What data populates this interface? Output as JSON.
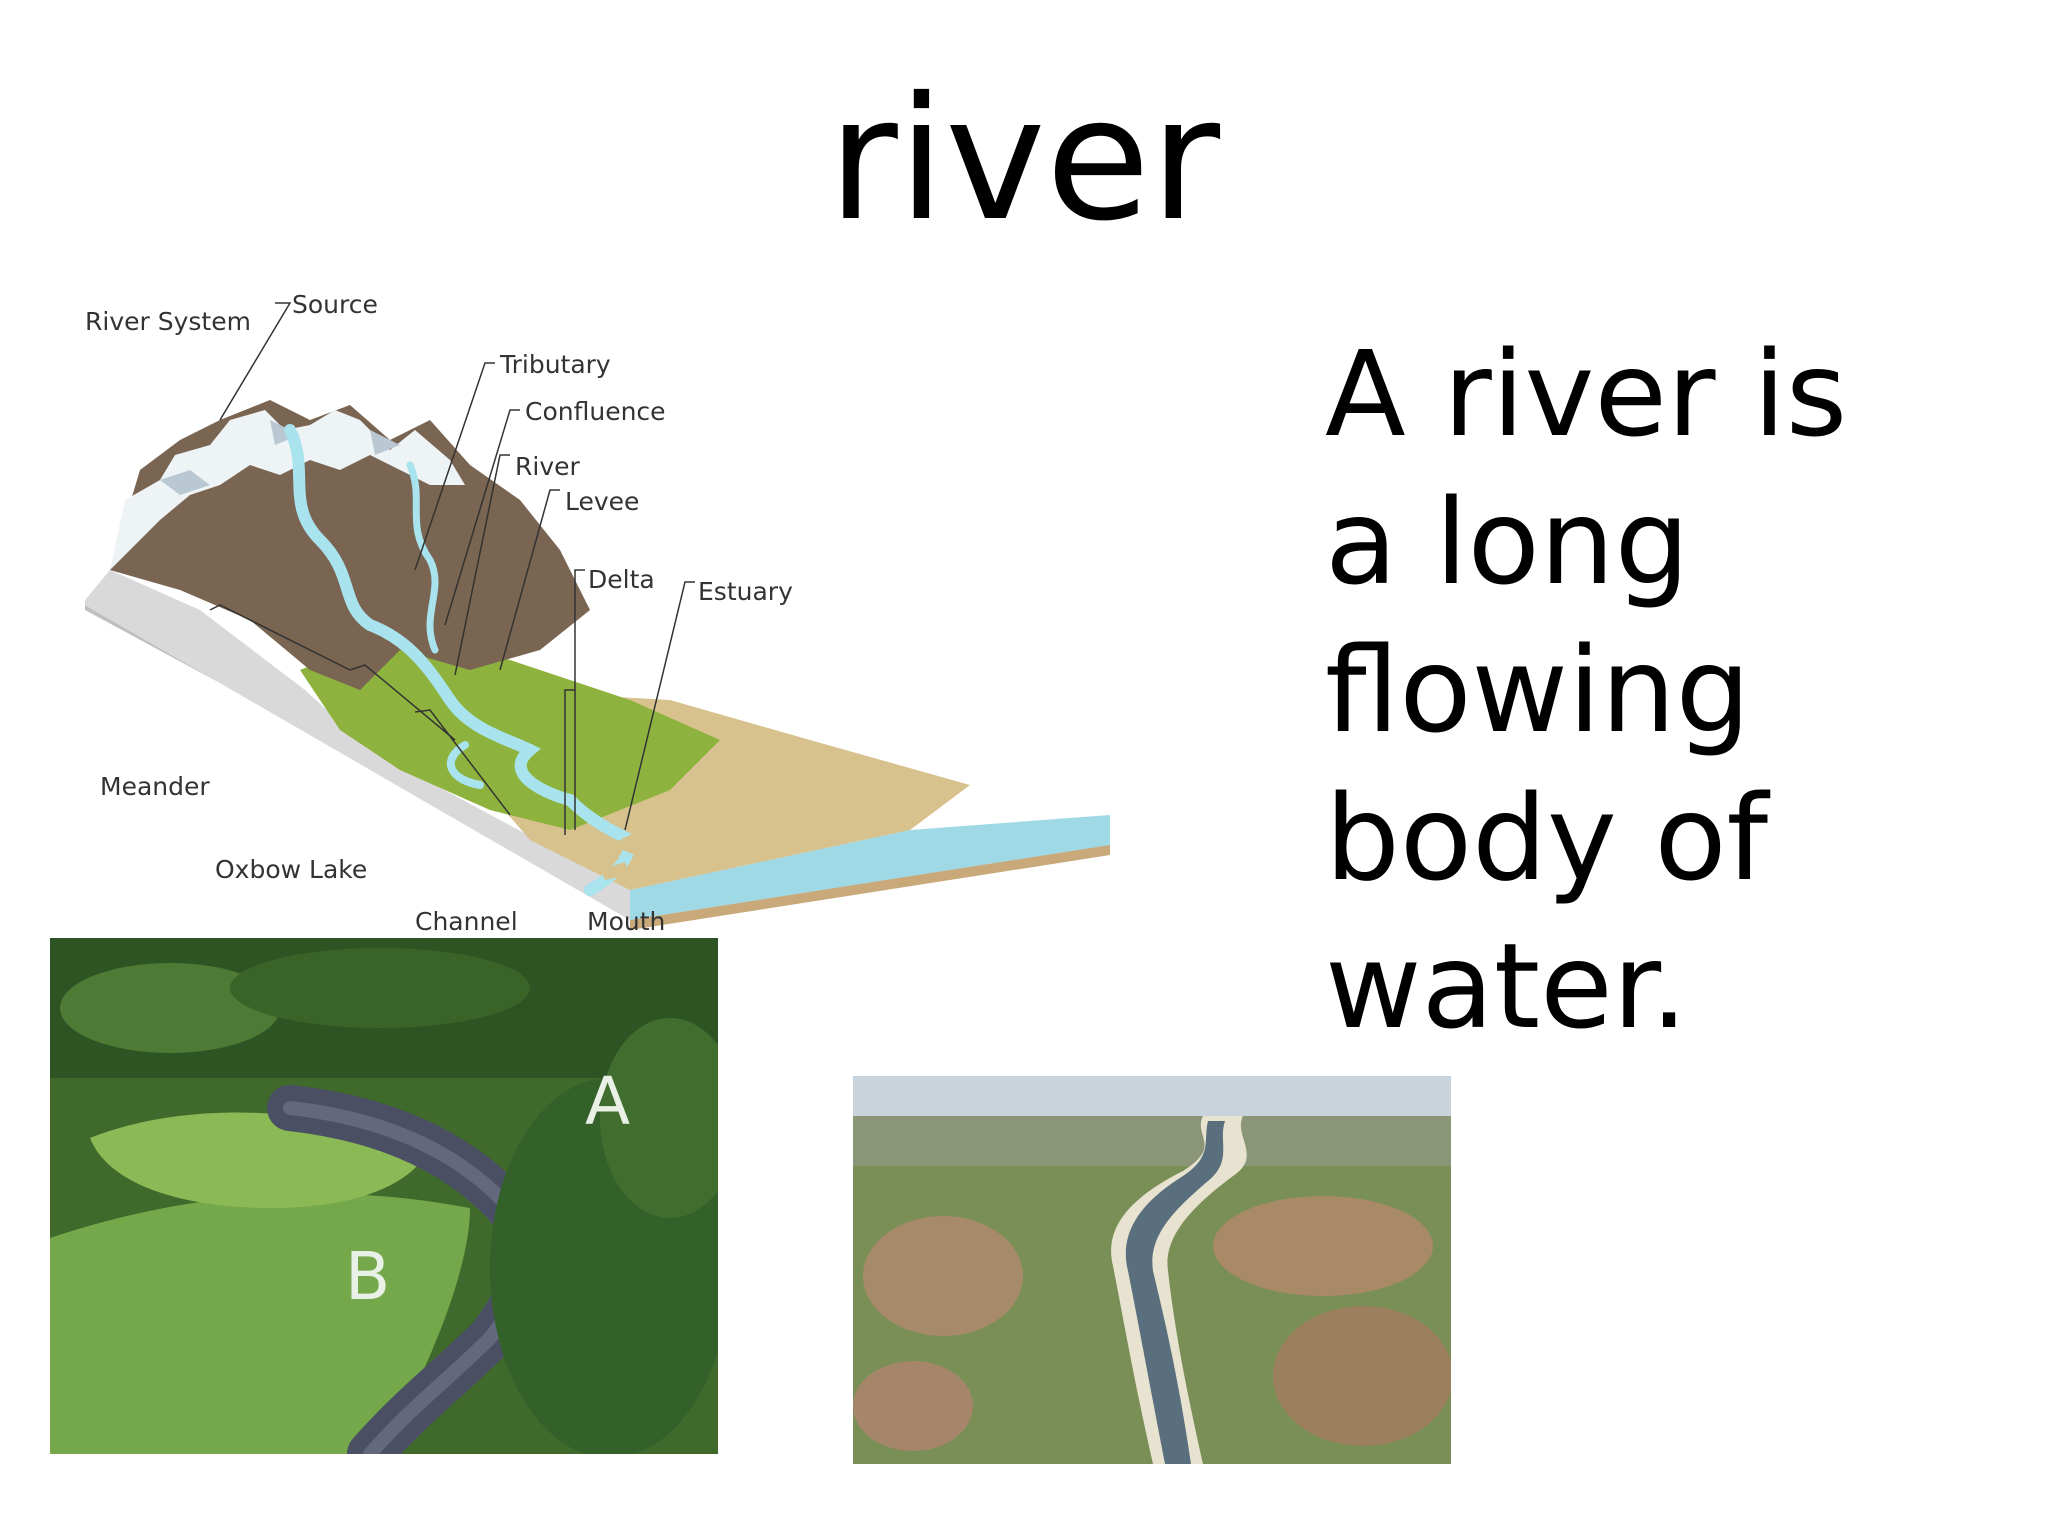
{
  "title": "river",
  "definition": {
    "lines": [
      "A river is",
      "a long",
      "flowing",
      "body of",
      "water."
    ]
  },
  "diagram": {
    "heading": "River System",
    "labels": {
      "source": "Source",
      "tributary": "Tributary",
      "confluence": "Confluence",
      "river": "River",
      "levee": "Levee",
      "delta": "Delta",
      "estuary": "Estuary",
      "meander": "Meander",
      "oxbow_lake": "Oxbow Lake",
      "channel": "Channel",
      "mouth": "Mouth"
    }
  },
  "photo_meander": {
    "label_a": "A",
    "label_b": "B"
  },
  "colors": {
    "water": "#a8e3ee",
    "mountain": "#7a6452",
    "grass": "#8db33e",
    "sand": "#d7c28d",
    "forest": "#3f6a2c"
  }
}
